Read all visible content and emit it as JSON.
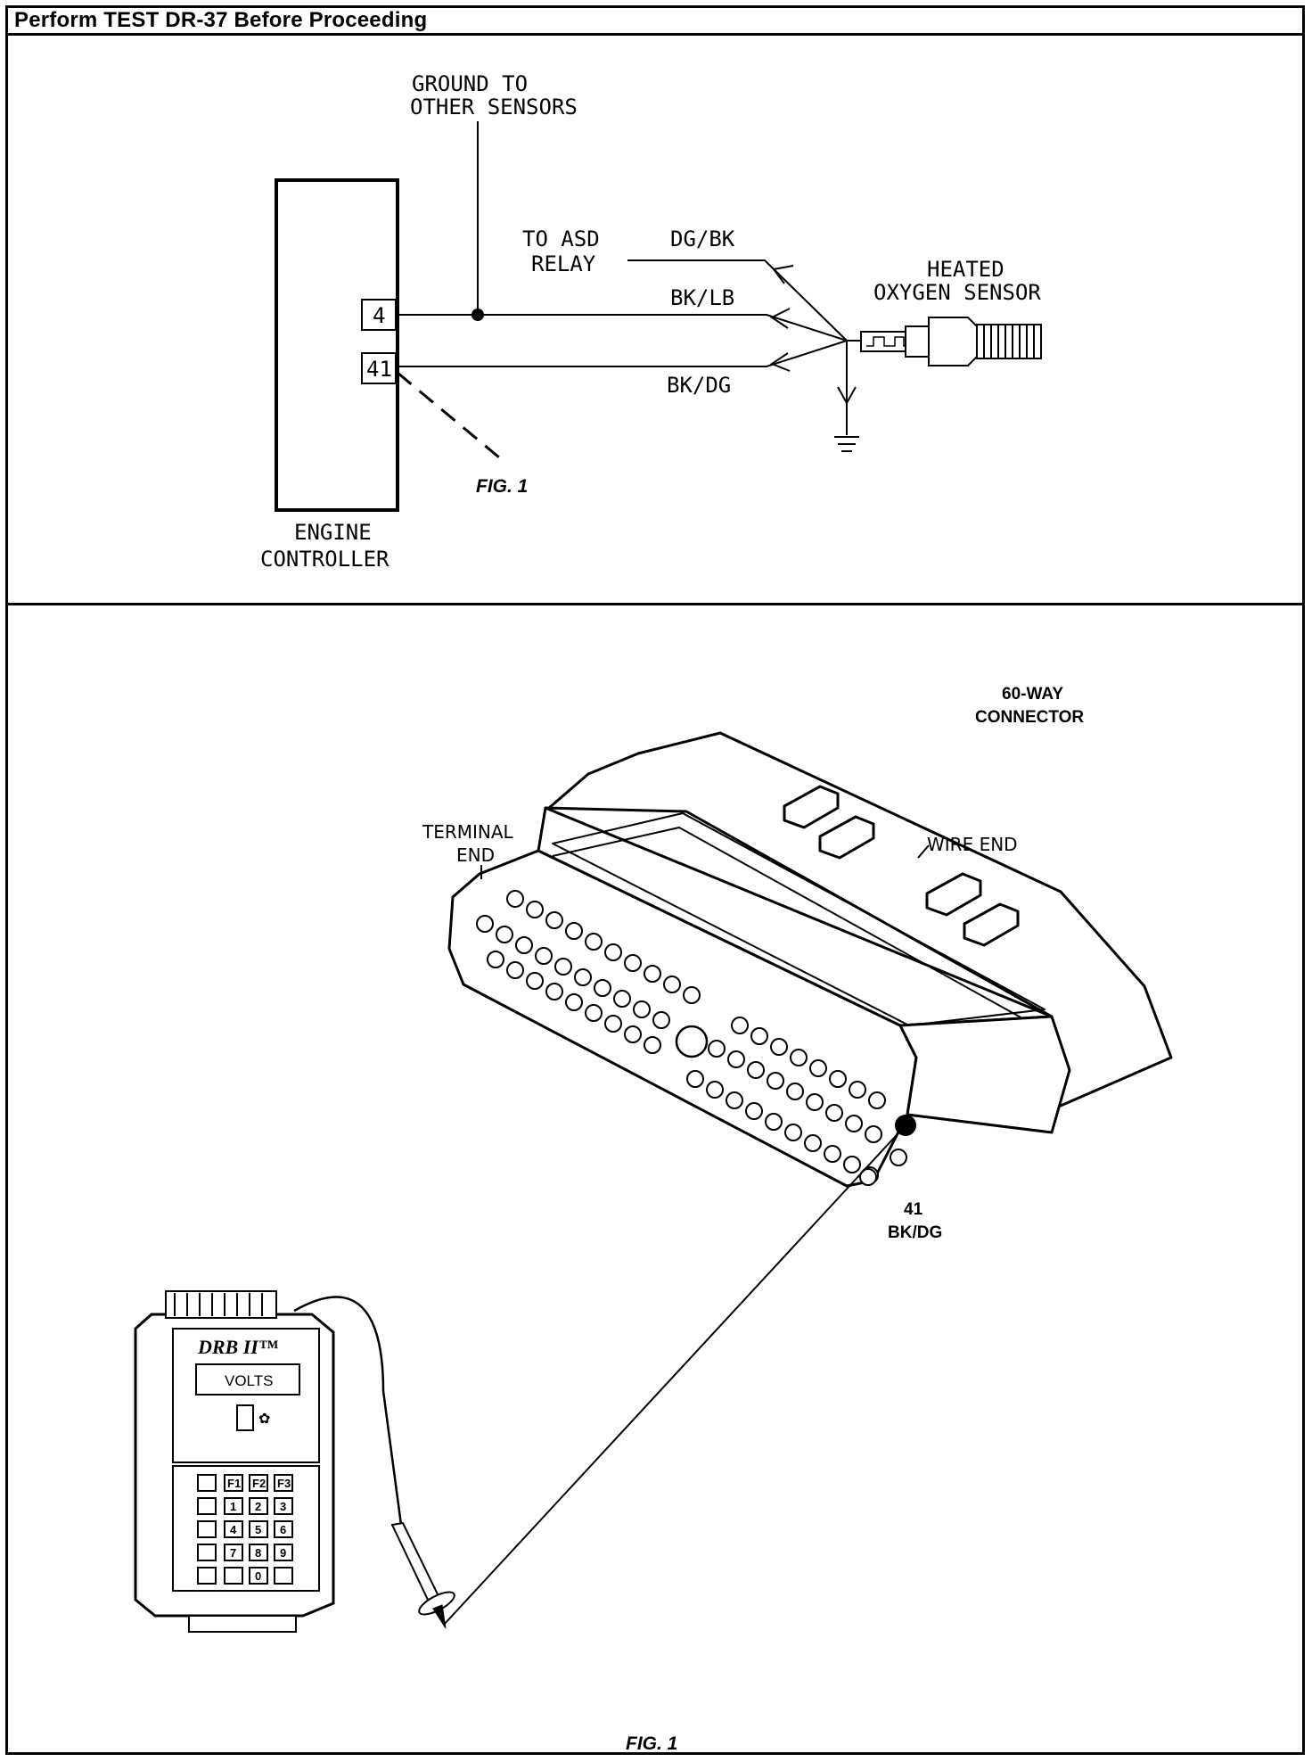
{
  "header": {
    "title": "Perform TEST DR-37 Before Proceeding"
  },
  "schematic": {
    "ground_label": [
      "GROUND TO",
      "OTHER SENSORS"
    ],
    "asd_label": [
      "TO ASD",
      "RELAY"
    ],
    "wire_dg_bk": "DG/BK",
    "wire_bk_lb": "BK/LB",
    "wire_bk_dg": "BK/DG",
    "sensor_label": [
      "HEATED",
      "OXYGEN SENSOR"
    ],
    "controller_label": [
      "ENGINE",
      "CONTROLLER"
    ],
    "pin_4": "4",
    "pin_41": "41",
    "fig_ref": "FIG. 1"
  },
  "connector_view": {
    "connector_label": [
      "60-WAY",
      "CONNECTOR"
    ],
    "terminal_end": [
      "TERMINAL",
      "END"
    ],
    "wire_end": "WIRE END",
    "pin_label": [
      "41",
      "BK/DG"
    ],
    "tester_brand": "DRB II™",
    "tester_display": "VOLTS",
    "keypad_keys": [
      "F1",
      "F2",
      "F3",
      "1",
      "2",
      "3",
      "4",
      "5",
      "6",
      "7",
      "8",
      "9",
      "0"
    ],
    "fig_caption": "FIG. 1"
  }
}
